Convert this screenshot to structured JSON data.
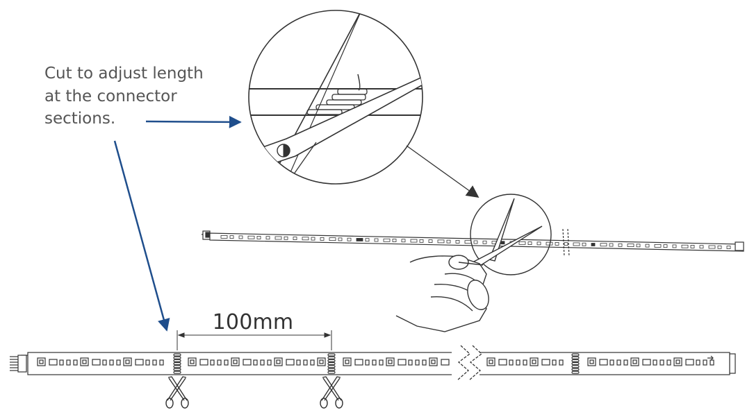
{
  "instruction": {
    "lines": [
      "Cut to adjust length",
      "at the connector",
      "sections."
    ]
  },
  "dimension": {
    "label": "100mm"
  },
  "colors": {
    "arrow": "#1f4e8c",
    "line": "#333333",
    "text": "#555555"
  },
  "icons": [
    "scissors-icon",
    "hand-holding-scissors",
    "magnifier-circle",
    "led-strip",
    "break-mark"
  ]
}
